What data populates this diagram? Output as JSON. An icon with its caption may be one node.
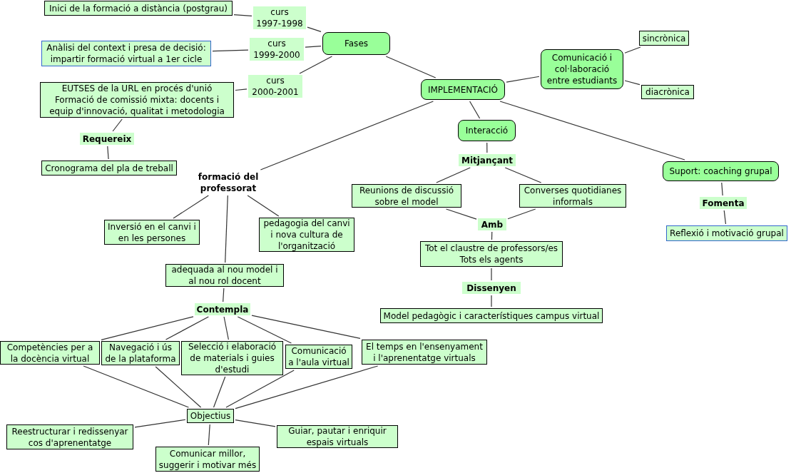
{
  "diagram": {
    "nodes": [
      {
        "text": [
          "Inici de la formació a distància (postgrau)"
        ]
      },
      {
        "text": [
          "curs 1997-1998"
        ]
      },
      {
        "text": [
          "Fases"
        ]
      },
      {
        "text": [
          "Anàlisi del context i presa de decisió: impartir formació virtual a 1er cicle"
        ]
      },
      {
        "text": [
          "curs 1999-2000"
        ]
      },
      {
        "text": [
          "curs 2000-2001"
        ]
      },
      {
        "text": [
          "EUTSES de la URL en procés d'unió Formació de comissió mixta: docents i equip d'innovació, qualitat i metodologia"
        ]
      },
      {
        "text": [
          "Requereix"
        ]
      },
      {
        "text": [
          "Cronograma del pla de treball"
        ]
      },
      {
        "text": [
          "IMPLEMENTACIÓ"
        ]
      },
      {
        "text": [
          "Comunicació i col·laboració entre estudiants"
        ]
      },
      {
        "text": [
          "sincrònica"
        ]
      },
      {
        "text": [
          "diacrònica"
        ]
      },
      {
        "text": [
          "Interacció"
        ]
      },
      {
        "text": [
          "formació del professorat"
        ]
      },
      {
        "text": [
          "Mitjançant"
        ]
      },
      {
        "text": [
          "Suport: coaching grupal"
        ]
      },
      {
        "text": [
          "Reunions de discussió sobre el model"
        ]
      },
      {
        "text": [
          "Converses quotidianes informals"
        ]
      },
      {
        "text": [
          "Fomenta"
        ]
      },
      {
        "text": [
          "Reflexió i motivació grupal"
        ]
      },
      {
        "text": [
          "Inversió en el canvi i en les persones"
        ]
      },
      {
        "text": [
          "pedagogia del canvi i nova cultura de l'organització"
        ]
      },
      {
        "text": [
          "Amb"
        ]
      },
      {
        "text": [
          "Tot el claustre de professors/es Tots els agents"
        ]
      },
      {
        "text": [
          "adequada al nou model i al nou rol docent"
        ]
      },
      {
        "text": [
          "Dissenyen"
        ]
      },
      {
        "text": [
          "Contempla"
        ]
      },
      {
        "text": [
          "Model pedagògic i característiques campus virtual"
        ]
      },
      {
        "text": [
          "Competències per a la docència virtual"
        ]
      },
      {
        "text": [
          "Navegació i ús de la plataforma"
        ]
      },
      {
        "text": [
          "Selecció i elaboració de materials i guies d'estudi"
        ]
      },
      {
        "text": [
          "Comunicació a l'aula virtual"
        ]
      },
      {
        "text": [
          "El temps en l'ensenyament i l'aprenentatge virtuals"
        ]
      },
      {
        "text": [
          "Objectius"
        ]
      },
      {
        "text": [
          "Reestructurar i redissenyar cos d'aprenentatge"
        ]
      },
      {
        "text": [
          "Guiar, pautar i enriquir espais virtuals"
        ]
      },
      {
        "text": [
          "Comunicar millor, suggerir i motivar més"
        ]
      }
    ],
    "edges": [
      {
        "from": 0,
        "to": 1,
        "arrow": "none"
      },
      {
        "from": 1,
        "to": 2,
        "arrow": "none"
      },
      {
        "from": 3,
        "to": 4,
        "arrow": "none"
      },
      {
        "from": 4,
        "to": 2,
        "arrow": "none"
      },
      {
        "from": 2,
        "to": 5,
        "arrow": "none"
      },
      {
        "from": 5,
        "to": 6,
        "arrow": "none"
      },
      {
        "from": 6,
        "to": 7,
        "arrow": "none"
      },
      {
        "from": 7,
        "to": 8,
        "arrow": "none"
      },
      {
        "from": 2,
        "to": 9,
        "arrow": "none"
      },
      {
        "from": 9,
        "to": 10,
        "arrow": "none"
      },
      {
        "from": 10,
        "to": 11,
        "arrow": "none"
      },
      {
        "from": 10,
        "to": 12,
        "arrow": "none"
      },
      {
        "from": 9,
        "to": 13,
        "arrow": "none"
      },
      {
        "from": 9,
        "to": 14,
        "arrow": "none"
      },
      {
        "from": 9,
        "to": 16,
        "arrow": "none"
      },
      {
        "from": 13,
        "to": 15,
        "arrow": "none"
      },
      {
        "from": 15,
        "to": 17,
        "arrow": "none"
      },
      {
        "from": 15,
        "to": 18,
        "arrow": "none"
      },
      {
        "from": 16,
        "to": 19,
        "arrow": "none"
      },
      {
        "from": 19,
        "to": 20,
        "arrow": "none"
      },
      {
        "from": 17,
        "to": 23,
        "arrow": "none"
      },
      {
        "from": 18,
        "to": 23,
        "arrow": "none"
      },
      {
        "from": 23,
        "to": 24,
        "arrow": "none"
      },
      {
        "from": 24,
        "to": 26,
        "arrow": "none"
      },
      {
        "from": 26,
        "to": 28,
        "arrow": "none"
      },
      {
        "from": 14,
        "to": 21,
        "arrow": "none"
      },
      {
        "from": 14,
        "to": 22,
        "arrow": "none"
      },
      {
        "from": 14,
        "to": 25,
        "arrow": "none"
      },
      {
        "from": 25,
        "to": 27,
        "arrow": "none"
      },
      {
        "from": 27,
        "to": 29,
        "arrow": "none"
      },
      {
        "from": 27,
        "to": 30,
        "arrow": "none"
      },
      {
        "from": 27,
        "to": 31,
        "arrow": "none"
      },
      {
        "from": 27,
        "to": 32,
        "arrow": "none"
      },
      {
        "from": 27,
        "to": 33,
        "arrow": "none"
      },
      {
        "from": 29,
        "to": 34,
        "arrow": "none"
      },
      {
        "from": 30,
        "to": 34,
        "arrow": "none"
      },
      {
        "from": 31,
        "to": 34,
        "arrow": "none"
      },
      {
        "from": 32,
        "to": 34,
        "arrow": "none"
      },
      {
        "from": 33,
        "to": 34,
        "arrow": "none"
      },
      {
        "from": 34,
        "to": 35,
        "arrow": "none"
      },
      {
        "from": 34,
        "to": 37,
        "arrow": "none"
      },
      {
        "from": 34,
        "to": 36,
        "arrow": "none"
      }
    ]
  }
}
